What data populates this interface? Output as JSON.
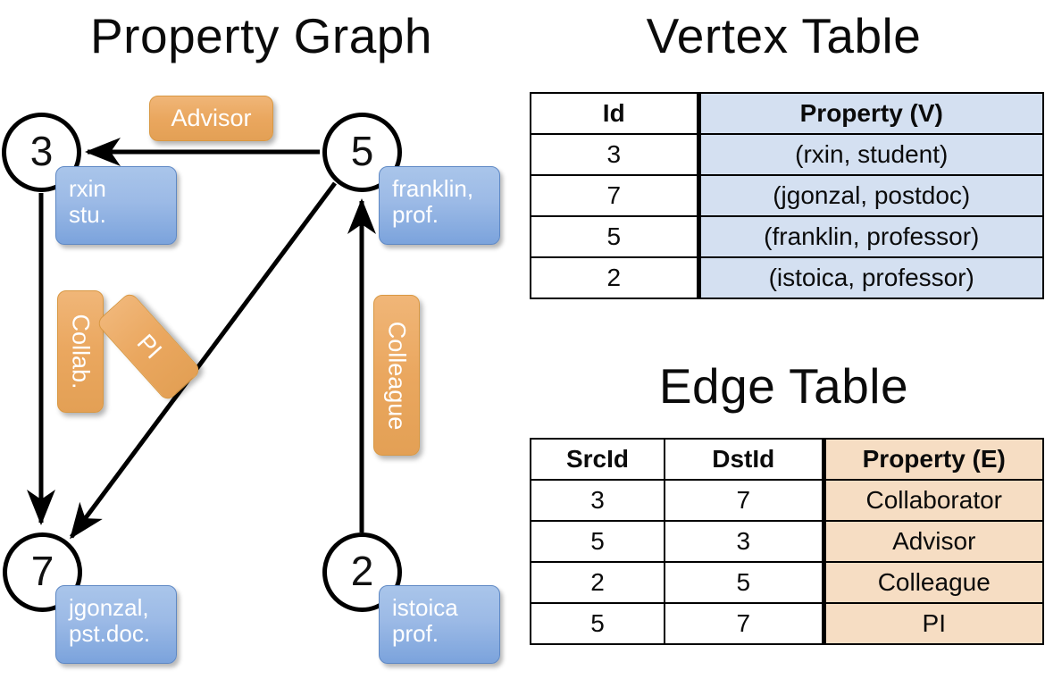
{
  "titles": {
    "property_graph": "Property Graph",
    "vertex_table": "Vertex Table",
    "edge_table": "Edge Table"
  },
  "graph": {
    "nodes": [
      {
        "id": "3",
        "property": "rxin\nstu."
      },
      {
        "id": "5",
        "property": "franklin,\nprof."
      },
      {
        "id": "7",
        "property": "jgonzal,\npst.doc."
      },
      {
        "id": "2",
        "property": "istoica\nprof."
      }
    ],
    "node_labels": {
      "n3": "3",
      "n5": "5",
      "n7": "7",
      "n2": "2"
    },
    "vertex_props": {
      "rxin_line1": "rxin",
      "rxin_line2": "stu.",
      "franklin_line1": "franklin,",
      "franklin_line2": "prof.",
      "jgonzal_line1": "jgonzal,",
      "jgonzal_line2": "pst.doc.",
      "istoica_line1": "istoica",
      "istoica_line2": "prof."
    },
    "edge_labels": {
      "advisor": "Advisor",
      "collab": "Collab.",
      "pi": "PI",
      "colleague": "Colleague"
    },
    "edges": [
      {
        "src": "5",
        "dst": "3",
        "label": "Advisor"
      },
      {
        "src": "3",
        "dst": "7",
        "label": "Collab."
      },
      {
        "src": "5",
        "dst": "7",
        "label": "PI"
      },
      {
        "src": "2",
        "dst": "5",
        "label": "Colleague"
      }
    ]
  },
  "vertex_table": {
    "columns": [
      "Id",
      "Property (V)"
    ],
    "rows": [
      {
        "id": "3",
        "property": "(rxin, student)"
      },
      {
        "id": "7",
        "property": "(jgonzal, postdoc)"
      },
      {
        "id": "5",
        "property": "(franklin, professor)"
      },
      {
        "id": "2",
        "property": "(istoica, professor)"
      }
    ]
  },
  "edge_table": {
    "columns": [
      "SrcId",
      "DstId",
      "Property (E)"
    ],
    "rows": [
      {
        "src": "3",
        "dst": "7",
        "property": "Collaborator"
      },
      {
        "src": "5",
        "dst": "3",
        "property": "Advisor"
      },
      {
        "src": "2",
        "dst": "5",
        "property": "Colleague"
      },
      {
        "src": "5",
        "dst": "7",
        "property": "PI"
      }
    ]
  },
  "colors": {
    "vertex_fill": "#d4e0f1",
    "edge_fill": "#f6ddc3",
    "vertex_box": "#9cbae6",
    "edge_box": "#eaa75f",
    "stroke": "#000000",
    "background": "#ffffff"
  }
}
